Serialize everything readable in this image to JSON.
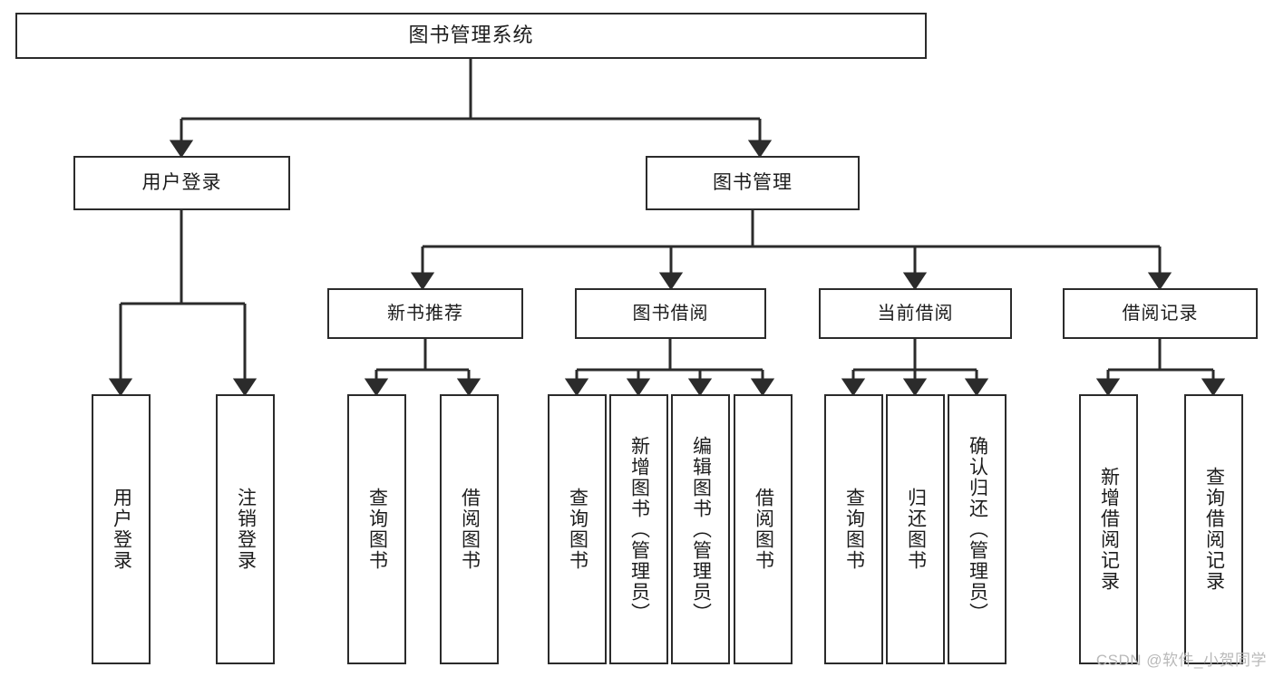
{
  "diagram": {
    "title": "图书管理系统",
    "watermark": "CSDN @软件_小贺同学",
    "colors": {
      "border": "#2b2b2b",
      "background": "#ffffff",
      "text": "#1c1c1c",
      "watermark": "#b9b9b9"
    },
    "root": {
      "label": "图书管理系统"
    },
    "tier2": [
      {
        "label": "用户登录"
      },
      {
        "label": "图书管理"
      }
    ],
    "tier3": [
      {
        "label": "新书推荐"
      },
      {
        "label": "图书借阅"
      },
      {
        "label": "当前借阅"
      },
      {
        "label": "借阅记录"
      }
    ],
    "leaves": {
      "user_login": [
        {
          "label": "用户登录"
        },
        {
          "label": "注销登录"
        }
      ],
      "new_book_recommend": [
        {
          "label": "查询图书"
        },
        {
          "label": "借阅图书"
        }
      ],
      "book_borrow": [
        {
          "label": "查询图书"
        },
        {
          "label": "新增图书（管理员）"
        },
        {
          "label": "编辑图书（管理员）"
        },
        {
          "label": "借阅图书"
        }
      ],
      "current_borrow": [
        {
          "label": "查询图书"
        },
        {
          "label": "归还图书"
        },
        {
          "label": "确认归还（管理员）"
        }
      ],
      "borrow_record": [
        {
          "label": "新增借阅记录"
        },
        {
          "label": "查询借阅记录"
        }
      ]
    }
  }
}
